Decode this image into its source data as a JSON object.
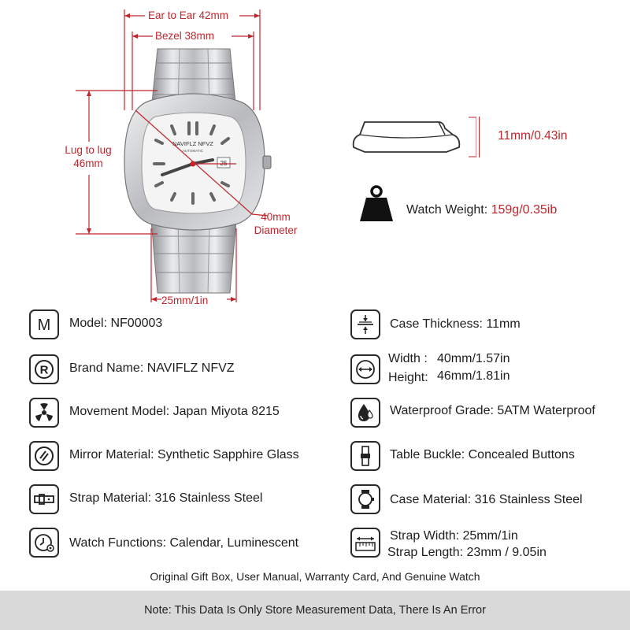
{
  "dimensions": {
    "ear_to_ear": "Ear to Ear 42mm",
    "bezel": "Bezel 38mm",
    "lug_to_lug_line1": "Lug to lug",
    "lug_to_lug_line2": "46mm",
    "diameter_line1": "40mm",
    "diameter_line2": "Diameter",
    "strap_width": "25mm/1in",
    "thickness": "11mm/0.43in"
  },
  "watch": {
    "brand_dial": "NAVIFLZ NFVZ",
    "dial_sub": "AUTOMATIC",
    "date": "25"
  },
  "weight": {
    "label": "Watch Weight:",
    "value": "159g/0.35ib"
  },
  "specs_left": [
    {
      "icon": "m-letter-icon",
      "text": "Model: NF00003"
    },
    {
      "icon": "registered-icon",
      "text": "Brand Name: NAVIFLZ NFVZ"
    },
    {
      "icon": "movement-fan-icon",
      "text": "Movement Model: Japan Miyota 8215"
    },
    {
      "icon": "mirror-glass-icon",
      "text": "Mirror Material: Synthetic Sapphire Glass"
    },
    {
      "icon": "strap-buckle-icon",
      "text": "Strap Material: 316 Stainless Steel"
    },
    {
      "icon": "watch-functions-icon",
      "text": "Watch Functions: Calendar, Luminescent"
    }
  ],
  "specs_right": {
    "thickness": "Case Thickness: 11mm",
    "width_label": "Width :",
    "width_value": "40mm/1.57in",
    "height_label": "Height:",
    "height_value": "46mm/1.81in",
    "waterproof": "Waterproof Grade: 5ATM Waterproof",
    "buckle": "Table Buckle: Concealed Buttons",
    "case_material": "Case Material: 316 Stainless Steel",
    "strap_width": "Strap  Width: 25mm/1in",
    "strap_length": "Strap Length: 23mm / 9.05in"
  },
  "footer": {
    "included": "Original Gift Box, User Manual, Warranty Card, And Genuine Watch",
    "note": "Note: This Data Is Only Store Measurement Data, There Is An Error"
  },
  "colors": {
    "accent_red": "#c0262c",
    "icon_stroke": "#2a2a2a",
    "note_bar": "#d9d9d9"
  }
}
